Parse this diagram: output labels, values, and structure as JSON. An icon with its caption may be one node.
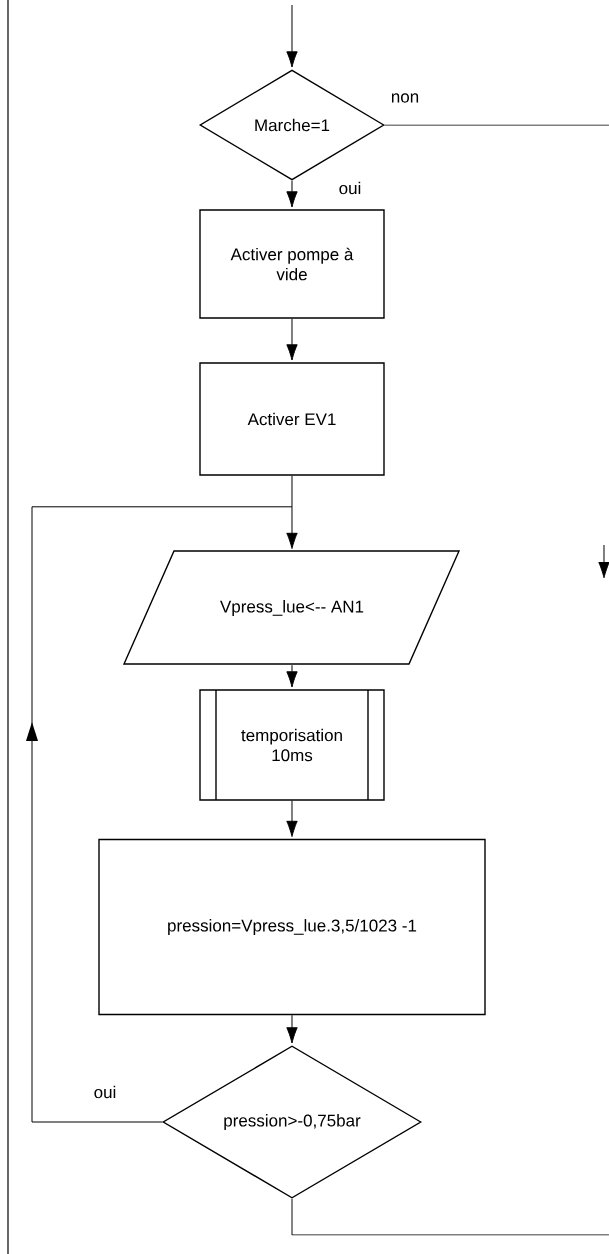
{
  "diagram": {
    "nodes": [
      {
        "text": [
          "Marche=1"
        ]
      },
      {
        "text": [
          "Activer pompe à vide"
        ]
      },
      {
        "text": [
          "Activer EV1"
        ]
      },
      {
        "text": [
          "Vpress_lue<-- AN1"
        ]
      },
      {
        "text": [
          "temporisation 10ms"
        ]
      },
      {
        "text": [
          "pression=Vpress_lue.3,5/1023 -1"
        ]
      },
      {
        "text": [
          "pression>-0,75bar"
        ]
      }
    ],
    "edges": [
      {
        "from": null,
        "to": 0,
        "arrow": "to"
      },
      {
        "from": 0,
        "to": null,
        "arrow": "none",
        "label": "non"
      },
      {
        "from": 0,
        "to": 1,
        "arrow": "to",
        "label": "oui"
      },
      {
        "from": 1,
        "to": 2,
        "arrow": "to"
      },
      {
        "from": 2,
        "to": 3,
        "arrow": "to"
      },
      {
        "from": 3,
        "to": 4,
        "arrow": "to"
      },
      {
        "from": 4,
        "to": 5,
        "arrow": "to"
      },
      {
        "from": 5,
        "to": 6,
        "arrow": "to"
      },
      {
        "from": 6,
        "to": 3,
        "arrow": "to",
        "label": "oui"
      },
      {
        "from": 6,
        "to": null,
        "arrow": "none"
      }
    ]
  }
}
